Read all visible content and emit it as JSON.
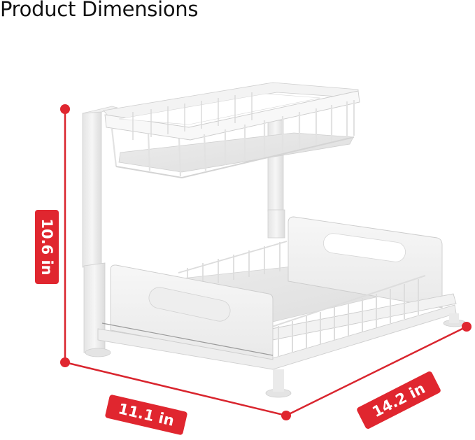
{
  "title": "Product Dimensions",
  "product": {
    "description": "Two-tier white sliding under-sink organizer rack with wire baskets",
    "icon": "two-tier-rack-illustration"
  },
  "dimensions": {
    "height": {
      "label": "10.6 in",
      "value": 10.6,
      "unit": "in"
    },
    "width": {
      "label": "11.1 in",
      "value": 11.1,
      "unit": "in"
    },
    "depth": {
      "label": "14.2 in",
      "value": 14.2,
      "unit": "in"
    }
  },
  "colors": {
    "accent": "#e0262f",
    "title_text": "#111111",
    "product_white": "#f2f2f2",
    "product_shadow": "#d9d9d9",
    "background": "#ffffff"
  }
}
